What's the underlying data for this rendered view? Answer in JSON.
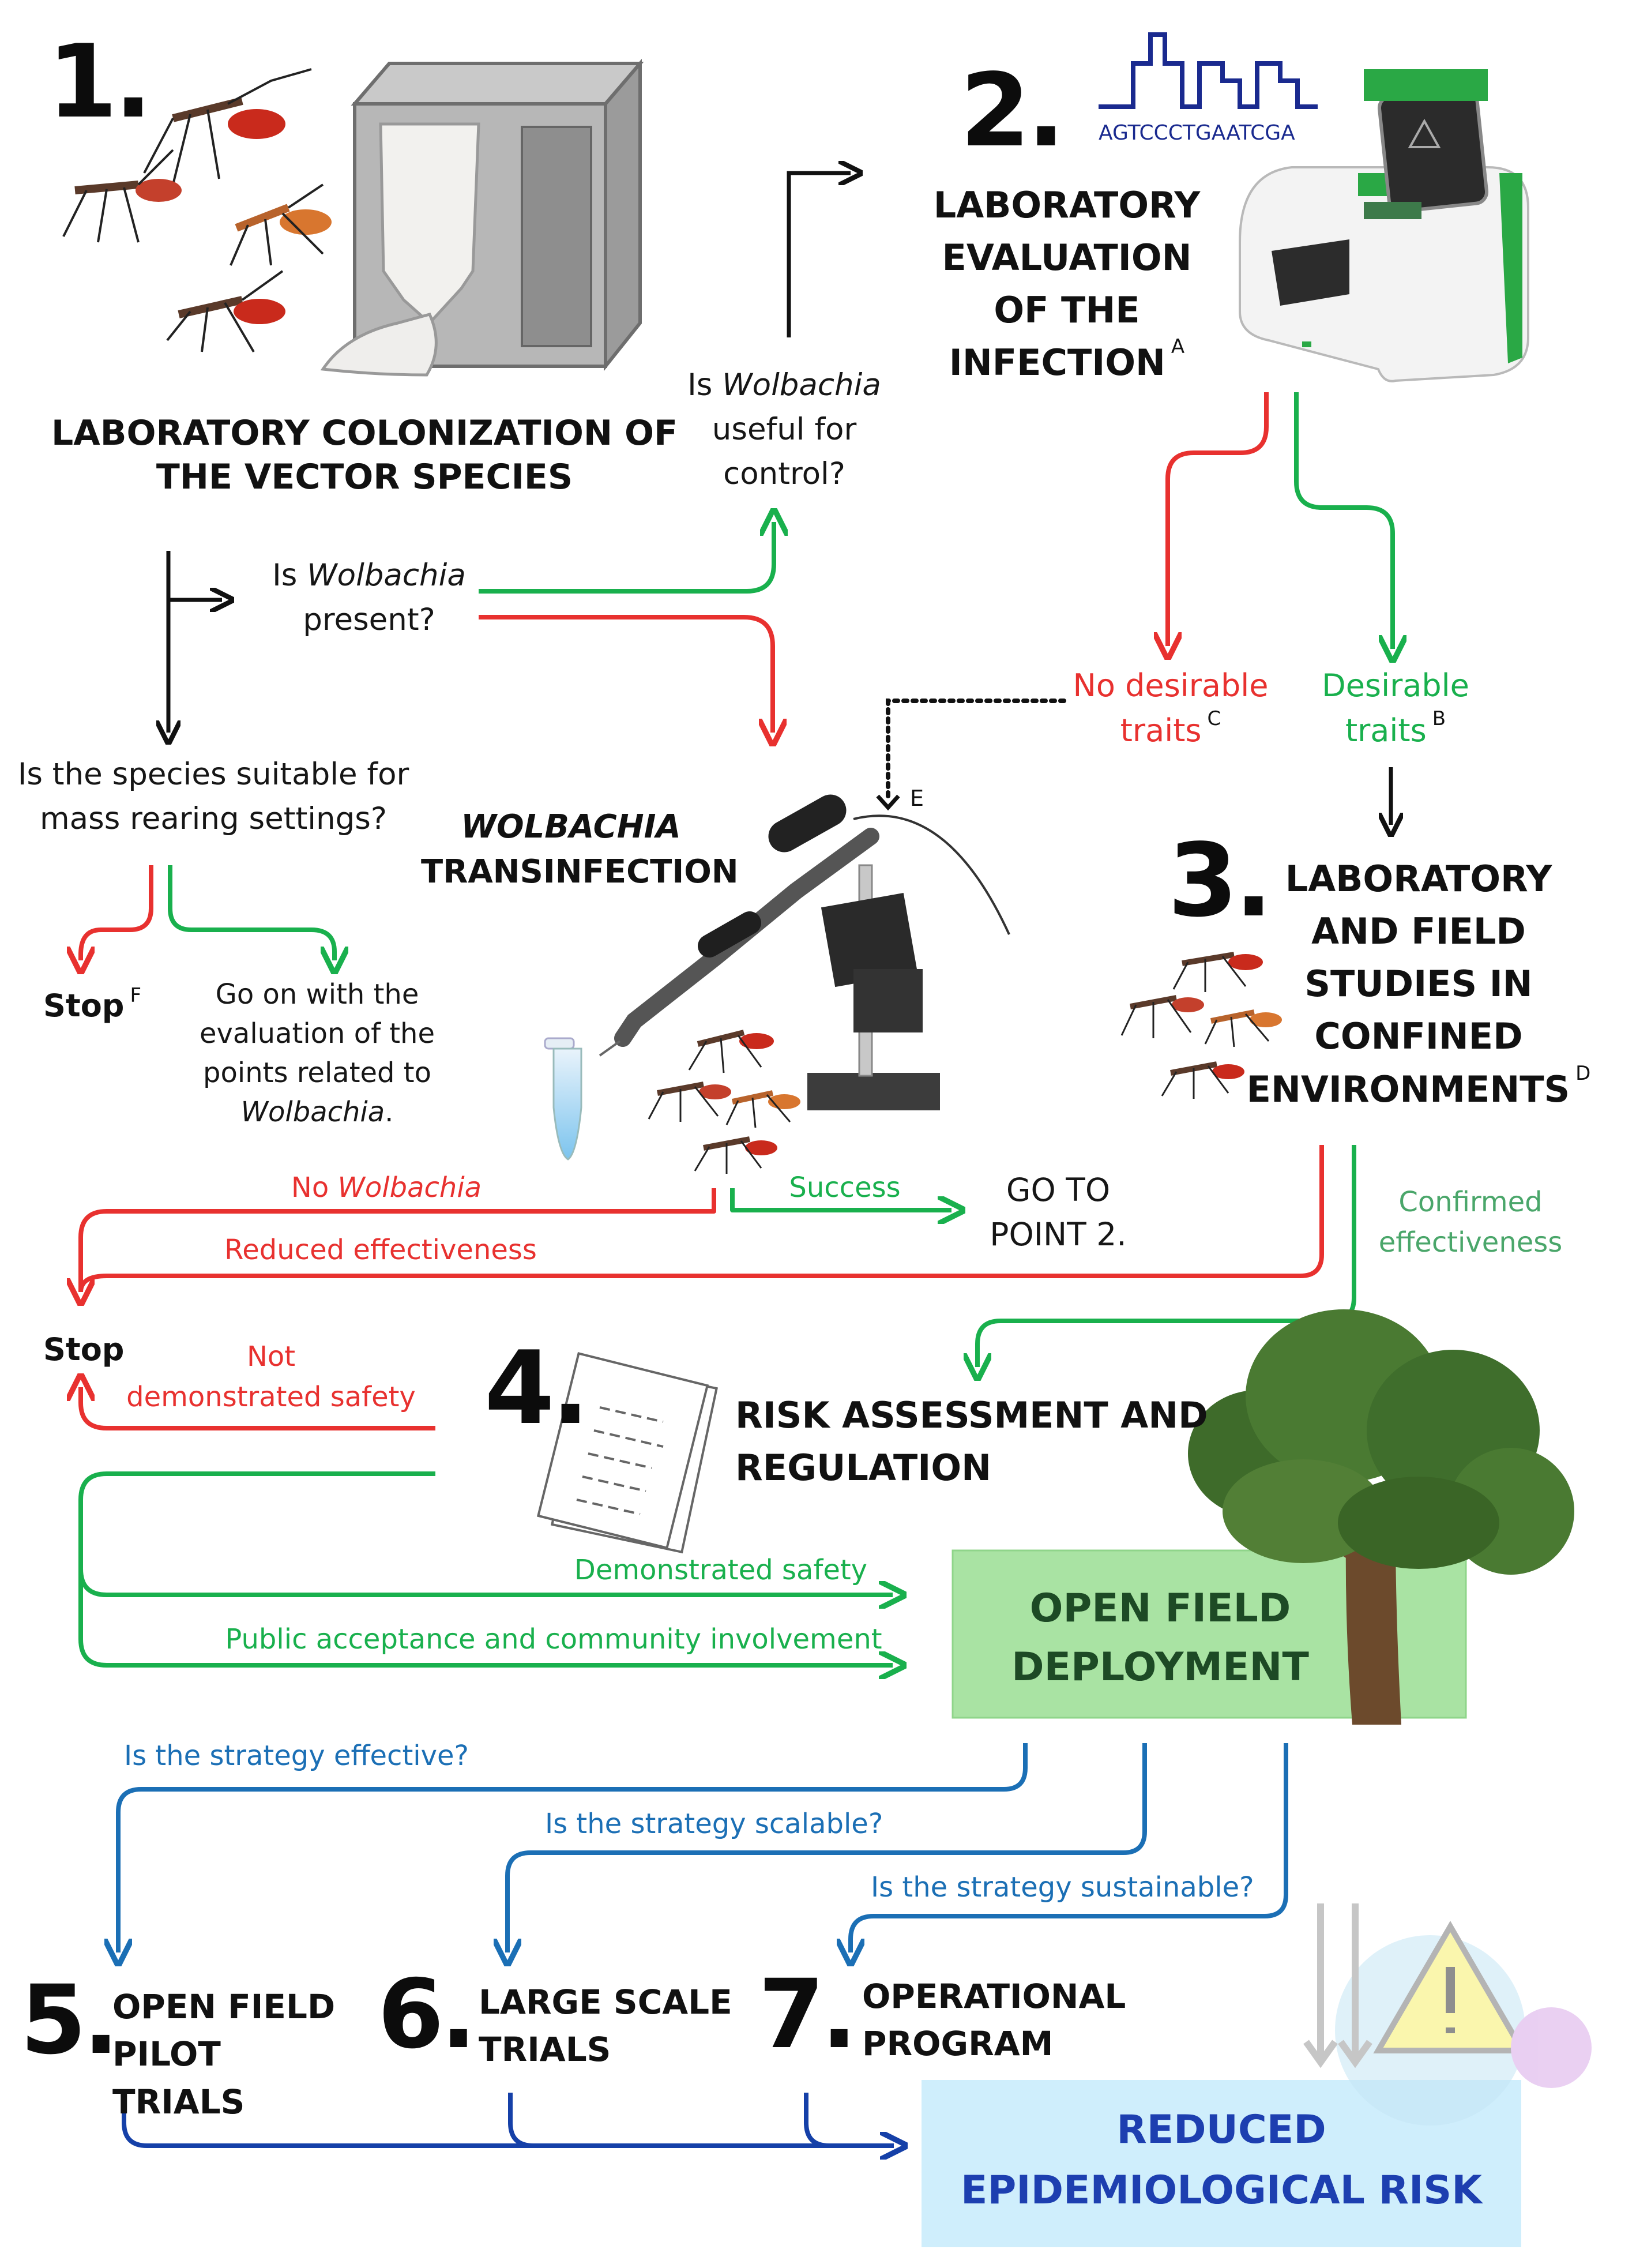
{
  "steps": {
    "s1": {
      "number": "1.",
      "title_line1": "LABORATORY COLONIZATION OF",
      "title_line2": "THE VECTOR SPECIES"
    },
    "s2": {
      "number": "2.",
      "title_line1": "LABORATORY",
      "title_line2": "EVALUATION",
      "title_line3": "OF THE",
      "title_line4": "INFECTION",
      "note": "A",
      "dna_sequence": "AGTCCCTGAATCGA"
    },
    "s3": {
      "number": "3.",
      "title_line1": "LABORATORY",
      "title_line2": "AND FIELD",
      "title_line3": "STUDIES IN",
      "title_line4": "CONFINED",
      "title_line5": "ENVIRONMENTS",
      "note": "D"
    },
    "s4": {
      "number": "4.",
      "title_line1": "RISK ASSESSMENT AND",
      "title_line2": "REGULATION"
    },
    "s5": {
      "number": "5.",
      "title_line1": "OPEN FIELD",
      "title_line2": "PILOT TRIALS"
    },
    "s6": {
      "number": "6.",
      "title_line1": "LARGE SCALE",
      "title_line2": "TRIALS"
    },
    "s7": {
      "number": "7.",
      "title_line1": "OPERATIONAL",
      "title_line2": "PROGRAM"
    }
  },
  "transinfection": {
    "line1": "WOLBACHIA",
    "line2": "TRANSINFECTION",
    "note": "E"
  },
  "questions": {
    "present": {
      "pre": "Is ",
      "em": "Wolbachia",
      "line2": "present?"
    },
    "useful": {
      "pre": "Is ",
      "em": "Wolbachia",
      "line2": "useful for",
      "line3": "control?"
    },
    "suitable": {
      "line1": "Is the species suitable for",
      "line2": "mass rearing settings?"
    },
    "go_on": {
      "line1": "Go on with the",
      "line2": "evaluation of the",
      "line3": "points related to",
      "em": "Wolbachia",
      "post": "."
    },
    "goto": {
      "line1": "GO TO",
      "line2": "POINT 2."
    }
  },
  "labels": {
    "no_desirable": {
      "line1": "No desirable",
      "line2": "traits",
      "note": "C"
    },
    "desirable": {
      "line1": "Desirable",
      "line2": "traits",
      "note": "B"
    },
    "stop1": {
      "text": "Stop",
      "note": "F"
    },
    "stop2": "Stop",
    "no_wolbachia": {
      "pre": "No ",
      "em": "Wolbachia"
    },
    "success": "Success",
    "reduced_effectiveness": "Reduced effectiveness",
    "confirmed_line1": "Confirmed",
    "confirmed_line2": "effectiveness",
    "not_safety_line1": "Not",
    "not_safety_line2": "demonstrated safety",
    "demonstrated_safety": "Demonstrated safety",
    "public_acceptance": "Public acceptance and community involvement",
    "effective": "Is the strategy effective?",
    "scalable": "Is the strategy scalable?",
    "sustainable": "Is the strategy sustainable?"
  },
  "boxes": {
    "open_field": {
      "line1": "OPEN FIELD",
      "line2": "DEPLOYMENT"
    },
    "reduced_risk": {
      "line1": "REDUCED",
      "line2": "EPIDEMIOLOGICAL RISK"
    }
  },
  "colors": {
    "red": "#e8312f",
    "green": "#19b04d",
    "blue": "#1b6fb5",
    "navy": "#1540a8",
    "box_green": "#a9e3a3",
    "box_blue": "#cfeefc"
  }
}
